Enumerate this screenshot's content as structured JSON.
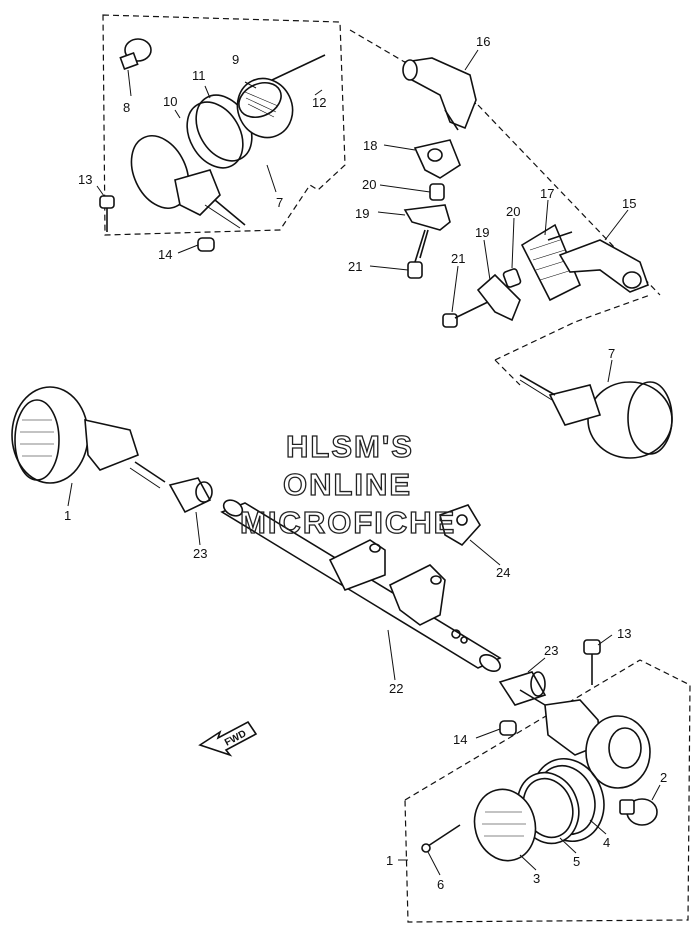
{
  "watermark": {
    "line1": "HLSM'S",
    "line2": "ONLINE",
    "line3": "MICROFICHE"
  },
  "fwd_label": "FWD",
  "callouts": {
    "c1a": "1",
    "c1b": "1",
    "c2": "2",
    "c3": "3",
    "c4": "4",
    "c5": "5",
    "c6": "6",
    "c7a": "7",
    "c7b": "7",
    "c8": "8",
    "c9": "9",
    "c10": "10",
    "c11": "11",
    "c12": "12",
    "c13a": "13",
    "c13b": "13",
    "c14a": "14",
    "c14b": "14",
    "c15": "15",
    "c16": "16",
    "c17": "17",
    "c18": "18",
    "c19a": "19",
    "c19b": "19",
    "c20a": "20",
    "c20b": "20",
    "c21a": "21",
    "c21b": "21",
    "c22": "22",
    "c23a": "23",
    "c23b": "23",
    "c24": "24"
  }
}
